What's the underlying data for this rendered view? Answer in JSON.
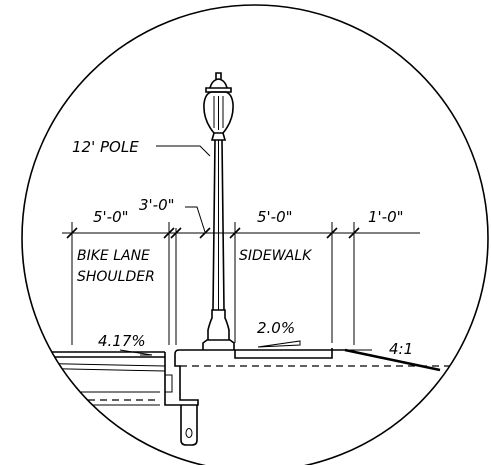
{
  "labels": {
    "pole": "12' POLE",
    "dim_pole": "3'-0\"",
    "dim_bike": "5'-0\"",
    "dim_sidewalk": "5'-0\"",
    "dim_edge": "1'-0\"",
    "bike_lane_1": "BIKE LANE",
    "bike_lane_2": "SHOULDER",
    "sidewalk": "SIDEWALK",
    "slope_bike": "4.17%",
    "slope_sidewalk": "2.0%",
    "slope_side": "4:1"
  }
}
